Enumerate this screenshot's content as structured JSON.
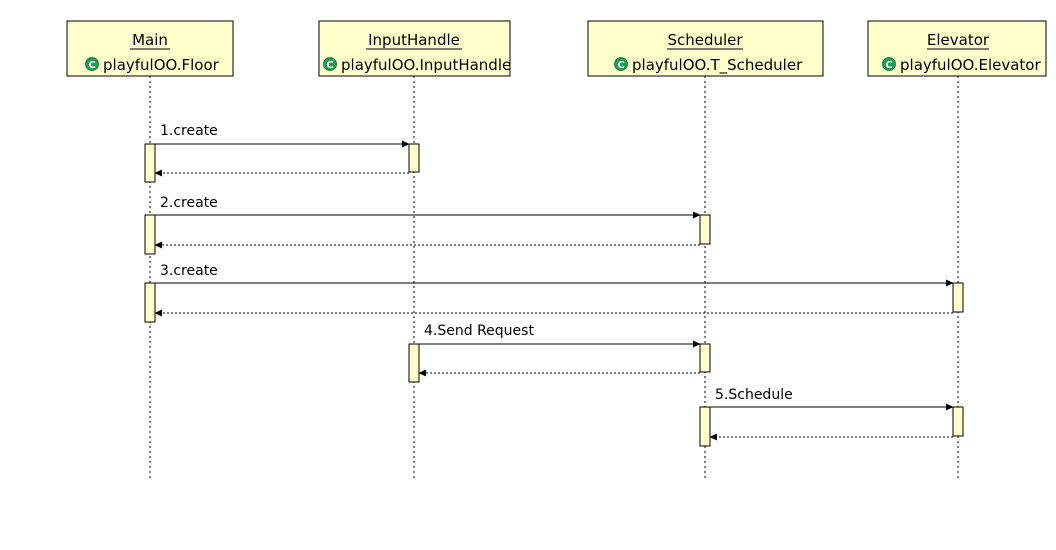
{
  "lifelines": [
    {
      "id": "main",
      "name": "Main",
      "type": "playfulOO.Floor",
      "icon": "class-icon",
      "icon_letter": "C"
    },
    {
      "id": "inputhandle",
      "name": "InputHandle",
      "type": "playfulOO.InputHandle",
      "icon": "class-icon",
      "icon_letter": "C"
    },
    {
      "id": "scheduler",
      "name": "Scheduler",
      "type": "playfulOO.T_Scheduler",
      "icon": "class-icon",
      "icon_letter": "C"
    },
    {
      "id": "elevator",
      "name": "Elevator",
      "type": "playfulOO.Elevator",
      "icon": "class-icon",
      "icon_letter": "C"
    }
  ],
  "messages": [
    {
      "label": "1.create",
      "from": "main",
      "to": "inputhandle"
    },
    {
      "label": "2.create",
      "from": "main",
      "to": "scheduler"
    },
    {
      "label": "3.create",
      "from": "main",
      "to": "elevator"
    },
    {
      "label": "4.Send Request",
      "from": "inputhandle",
      "to": "scheduler"
    },
    {
      "label": "5.Schedule",
      "from": "scheduler",
      "to": "elevator"
    }
  ],
  "colors": {
    "box_fill": "#ffffcc",
    "icon_green": "#1f9d55"
  }
}
